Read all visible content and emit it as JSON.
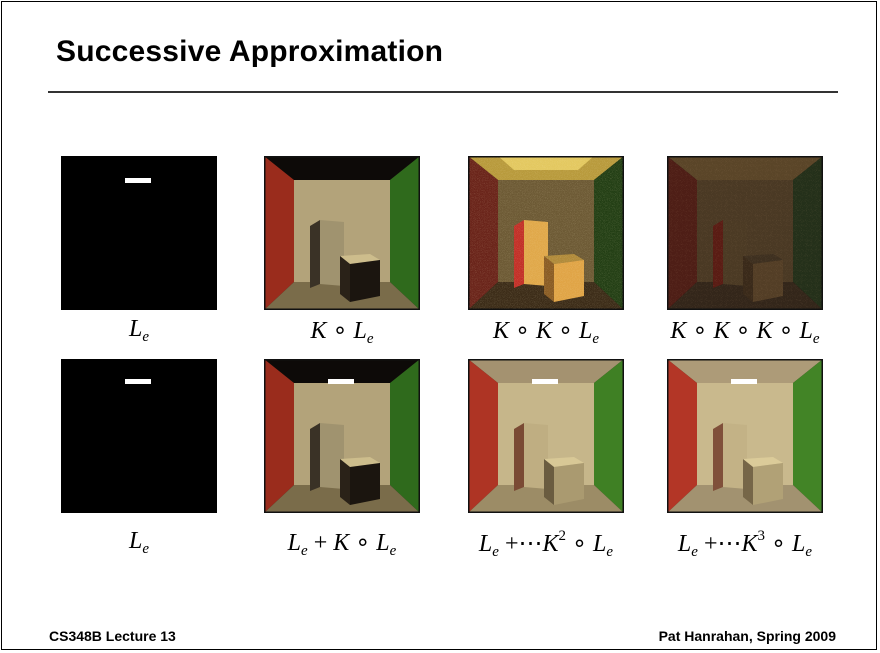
{
  "slide": {
    "title": "Successive Approximation",
    "footer_left": "CS348B Lecture 13",
    "footer_right": "Pat Hanrahan, Spring 2009"
  },
  "renders": [
    {
      "row": 1,
      "col": 1,
      "scene": "light-only-black"
    },
    {
      "row": 1,
      "col": 2,
      "scene": "cornell-box-direct-no-light"
    },
    {
      "row": 1,
      "col": 3,
      "scene": "cornell-box-second-bounce-noisy"
    },
    {
      "row": 1,
      "col": 4,
      "scene": "cornell-box-third-bounce-dim-noisy"
    },
    {
      "row": 2,
      "col": 1,
      "scene": "light-only-black"
    },
    {
      "row": 2,
      "col": 2,
      "scene": "cornell-box-direct-with-light"
    },
    {
      "row": 2,
      "col": 3,
      "scene": "cornell-box-sum-k2"
    },
    {
      "row": 2,
      "col": 4,
      "scene": "cornell-box-sum-k3"
    }
  ],
  "captions": {
    "r1c1": {
      "L": "L",
      "e": "e"
    },
    "r1c2": {
      "K": "K",
      "op": "∘",
      "L": "L",
      "e": "e"
    },
    "r1c3": {
      "K1": "K",
      "op1": "∘",
      "K2": "K",
      "op2": "∘",
      "L": "L",
      "e": "e"
    },
    "r1c4": {
      "K1": "K",
      "op1": "∘",
      "K2": "K",
      "op2": "∘",
      "K3": "K",
      "op3": "∘",
      "L": "L",
      "e": "e"
    },
    "r2c1": {
      "L": "L",
      "e": "e"
    },
    "r2c2": {
      "L1": "L",
      "e1": "e",
      "plus": "+",
      "K": "K",
      "op": "∘",
      "L2": "L",
      "e2": "e"
    },
    "r2c3": {
      "L1": "L",
      "e1": "e",
      "plus": "+",
      "dots": "⋯",
      "K": "K",
      "exp": "2",
      "op": "∘",
      "L2": "L",
      "e2": "e"
    },
    "r2c4": {
      "L1": "L",
      "e1": "e",
      "plus": "+",
      "dots": "⋯",
      "K": "K",
      "exp": "3",
      "op": "∘",
      "L2": "L",
      "e2": "e"
    }
  }
}
